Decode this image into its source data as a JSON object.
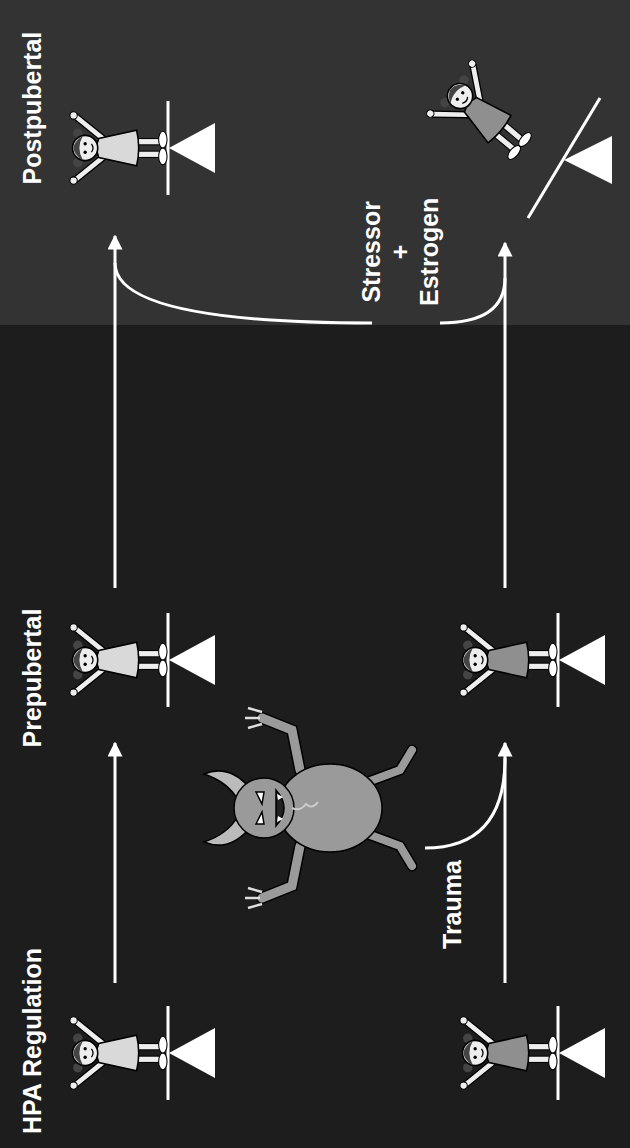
{
  "diagram": {
    "labels": [
      "HPA Regulation",
      "Prepubertal",
      "Postpubertal",
      "Trauma",
      "Stressor + Estrogen"
    ]
  }
}
